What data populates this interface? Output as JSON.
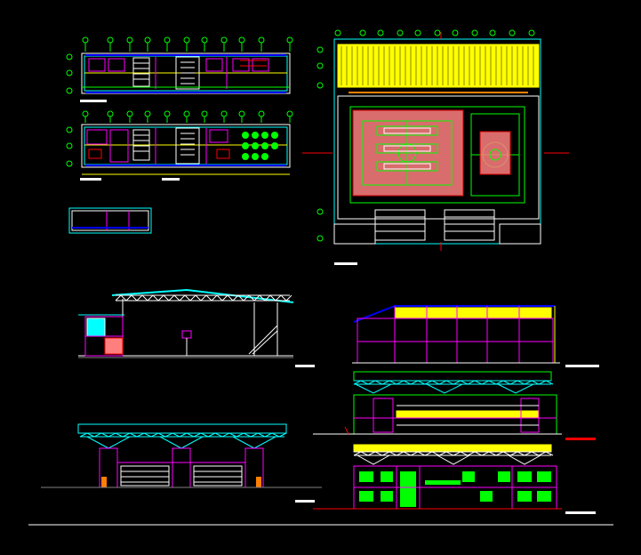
{
  "drawing": {
    "background": "#000000",
    "palette": {
      "white": "#ffffff",
      "yellow": "#ffff00",
      "green": "#00ff00",
      "cyan": "#00ffff",
      "magenta": "#ff00ff",
      "red": "#ff0000",
      "blue": "#0000ff",
      "gray": "#808080",
      "salmon": "#ff7f7f",
      "lime_fill": "#00c800"
    },
    "views": [
      {
        "name": "floor-plan-upper",
        "kind": "plan"
      },
      {
        "name": "floor-plan-lower",
        "kind": "plan"
      },
      {
        "name": "small-section-plan",
        "kind": "plan"
      },
      {
        "name": "sports-court-plan",
        "kind": "plan"
      },
      {
        "name": "transverse-section",
        "kind": "section"
      },
      {
        "name": "longitudinal-section",
        "kind": "section"
      },
      {
        "name": "front-elevation",
        "kind": "elevation"
      },
      {
        "name": "side-elevation",
        "kind": "elevation"
      }
    ],
    "text_labels": []
  }
}
